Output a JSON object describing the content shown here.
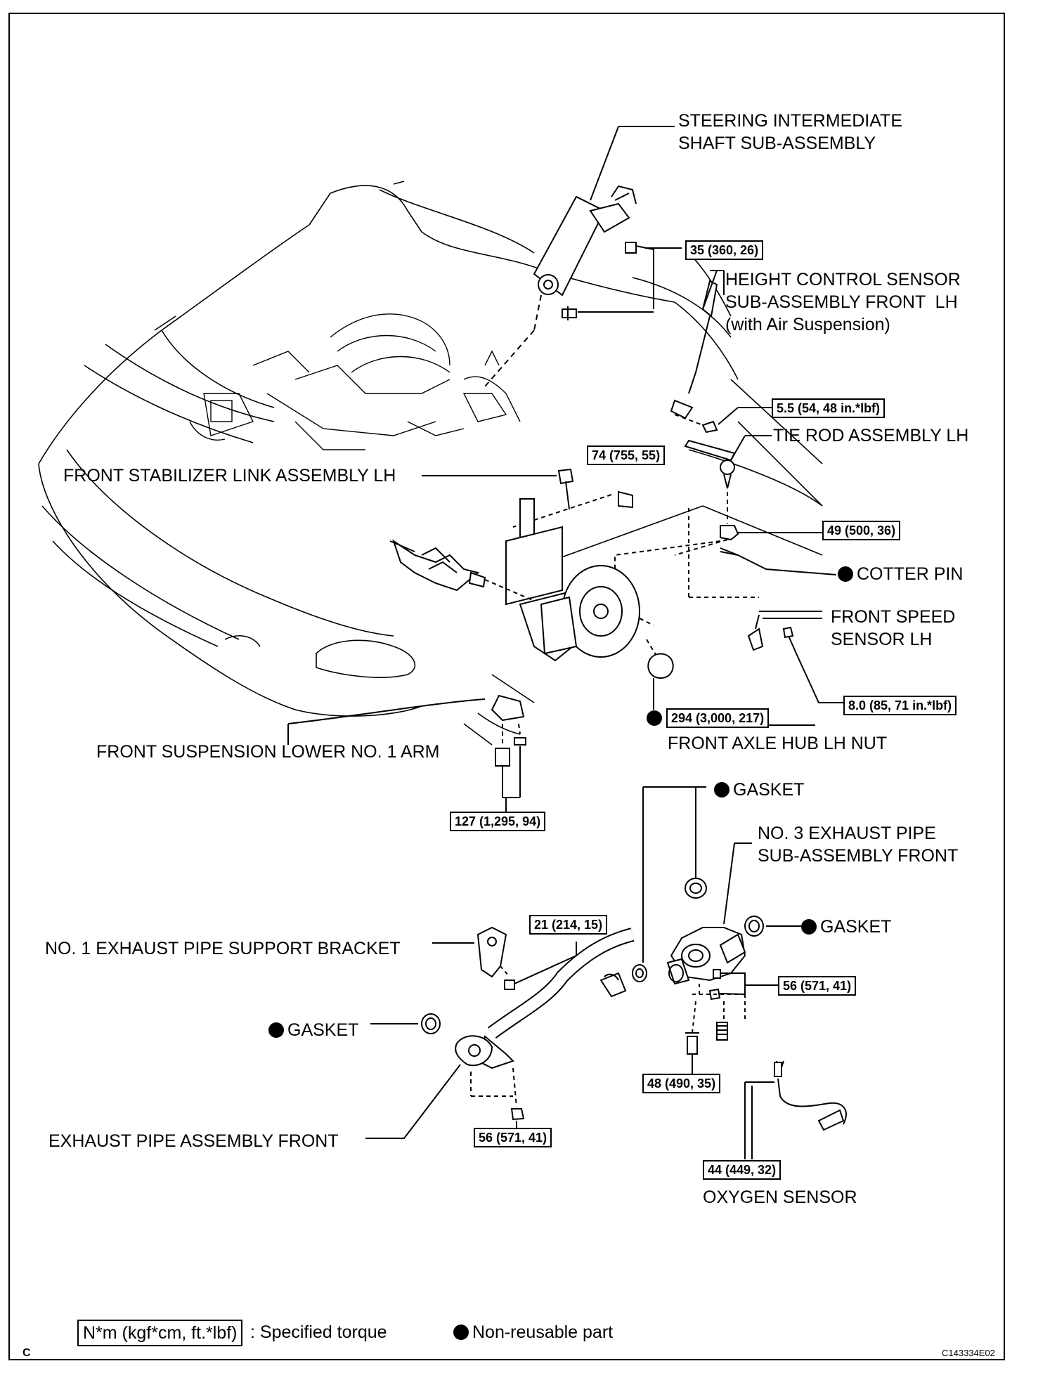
{
  "labels": {
    "steering_shaft": "STEERING INTERMEDIATE\nSHAFT SUB-ASSEMBLY",
    "height_sensor": "HEIGHT CONTROL SENSOR\nSUB-ASSEMBLY FRONT  LH\n(with Air Suspension)",
    "tie_rod": "TIE ROD ASSEMBLY LH",
    "stabilizer_link": "FRONT STABILIZER LINK ASSEMBLY LH",
    "cotter_pin": "COTTER PIN",
    "front_speed_sensor": "FRONT SPEED\nSENSOR LH",
    "axle_hub_nut": "FRONT AXLE HUB LH NUT",
    "lower_arm": "FRONT SUSPENSION LOWER NO. 1 ARM",
    "gasket_top": "GASKET",
    "no3_exhaust": "NO. 3 EXHAUST PIPE\nSUB-ASSEMBLY FRONT",
    "gasket_right": "GASKET",
    "support_bracket": "NO. 1 EXHAUST PIPE SUPPORT BRACKET",
    "gasket_left": "GASKET",
    "exhaust_front": "EXHAUST PIPE ASSEMBLY FRONT",
    "oxygen_sensor": "OXYGEN SENSOR"
  },
  "torques": {
    "t_steering": "35 (360, 26)",
    "t_height": "5.5 (54, 48 in.*lbf)",
    "t_stab": "74 (755, 55)",
    "t_tierod": "49 (500, 36)",
    "t_speed": "8.0 (85, 71 in.*lbf)",
    "t_hub": "294 (3,000, 217)",
    "t_arm": "127 (1,295, 94)",
    "t_bracket": "21 (214, 15)",
    "t_no3": "56 (571, 41)",
    "t_bolt48": "48 (490, 35)",
    "t_front56": "56 (571, 41)",
    "t_o2": "44 (449, 32)"
  },
  "legend": {
    "torque_unit": "N*m (kgf*cm, ft.*lbf)",
    "torque_text": ": Specified torque",
    "nonreusable_text": "Non-reusable part"
  },
  "footer": {
    "section_letter": "C",
    "figure_code": "C143334E02"
  }
}
